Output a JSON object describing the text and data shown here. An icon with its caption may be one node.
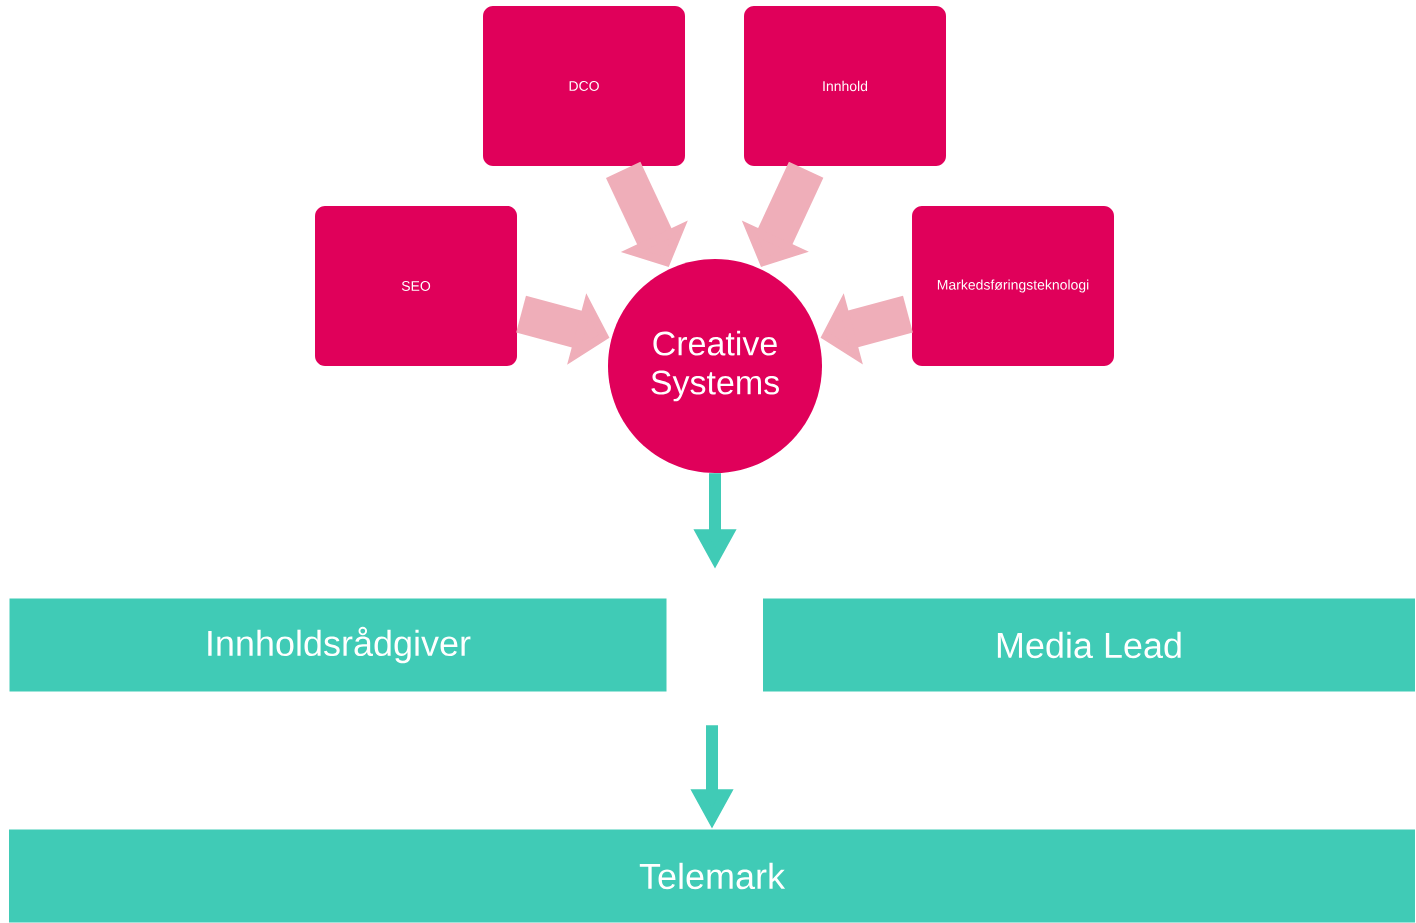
{
  "diagram": {
    "nodes": [
      {
        "text": [
          "DCO"
        ]
      },
      {
        "text": [
          "Innhold"
        ]
      },
      {
        "text": [
          "SEO"
        ]
      },
      {
        "text": [
          "Markedsføringsteknologi"
        ]
      },
      {
        "text": [
          "Creative Systems"
        ]
      },
      {
        "text": [
          "Innholdsrådgiver"
        ]
      },
      {
        "text": [
          "Media Lead"
        ]
      },
      {
        "text": [
          "Telemark"
        ]
      }
    ],
    "edges": [
      {
        "from": 0,
        "to": 4,
        "arrow": "to",
        "color": "#efaeb9"
      },
      {
        "from": 1,
        "to": 4,
        "arrow": "to",
        "color": "#efaeb9"
      },
      {
        "from": 2,
        "to": 4,
        "arrow": "to",
        "color": "#efaeb9"
      },
      {
        "from": 3,
        "to": 4,
        "arrow": "to",
        "color": "#efaeb9"
      },
      {
        "from": 4,
        "to": null,
        "arrow": "to",
        "color": "#40cbb6"
      },
      {
        "from": null,
        "to": 7,
        "arrow": "to",
        "color": "#40cbb6"
      }
    ]
  }
}
